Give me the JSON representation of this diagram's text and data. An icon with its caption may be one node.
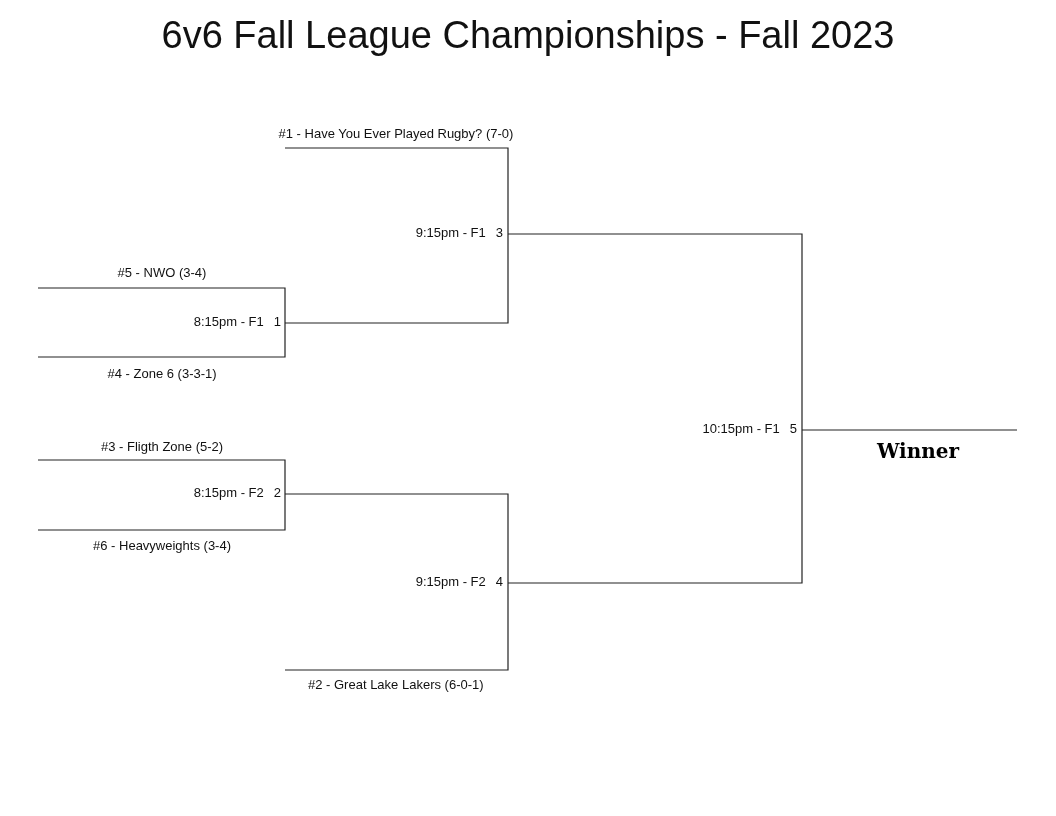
{
  "diagram": {
    "title": "6v6 Fall League Championships - Fall 2023",
    "nodes": [
      {
        "text": [
          "#1 - Have You Ever Played Rugby? (7-0)"
        ]
      },
      {
        "text": [
          "#5 - NWO (3-4)"
        ]
      },
      {
        "text": [
          "8:15pm - F1"
        ],
        "beside": [
          "1"
        ]
      },
      {
        "text": [
          "#4 - Zone 6 (3-3-1)"
        ]
      },
      {
        "text": [
          "#3 - Fligth Zone (5-2)"
        ]
      },
      {
        "text": [
          "8:15pm - F2"
        ],
        "beside": [
          "2"
        ]
      },
      {
        "text": [
          "#6 - Heavyweights (3-4)"
        ]
      },
      {
        "text": [
          "9:15pm - F1"
        ],
        "beside": [
          "3"
        ]
      },
      {
        "text": [
          "9:15pm - F2"
        ],
        "beside": [
          "4"
        ]
      },
      {
        "text": [
          "#2 - Great Lake Lakers (6-0-1)"
        ]
      },
      {
        "text": [
          "10:15pm - F1"
        ],
        "beside": [
          "5"
        ]
      },
      {
        "text": [
          "Winner"
        ]
      }
    ],
    "edges": [
      {
        "from": 0,
        "to": 7,
        "arrow": "none"
      },
      {
        "from": 1,
        "to": 2,
        "arrow": "none"
      },
      {
        "from": 3,
        "to": 2,
        "arrow": "none"
      },
      {
        "from": 4,
        "to": 5,
        "arrow": "none"
      },
      {
        "from": 6,
        "to": 5,
        "arrow": "none"
      },
      {
        "from": 2,
        "to": 7,
        "arrow": "none"
      },
      {
        "from": 5,
        "to": 8,
        "arrow": "none"
      },
      {
        "from": 9,
        "to": 8,
        "arrow": "none"
      },
      {
        "from": 7,
        "to": 10,
        "arrow": "none"
      },
      {
        "from": 8,
        "to": 10,
        "arrow": "none"
      },
      {
        "from": 10,
        "to": 11,
        "arrow": "none"
      }
    ]
  }
}
